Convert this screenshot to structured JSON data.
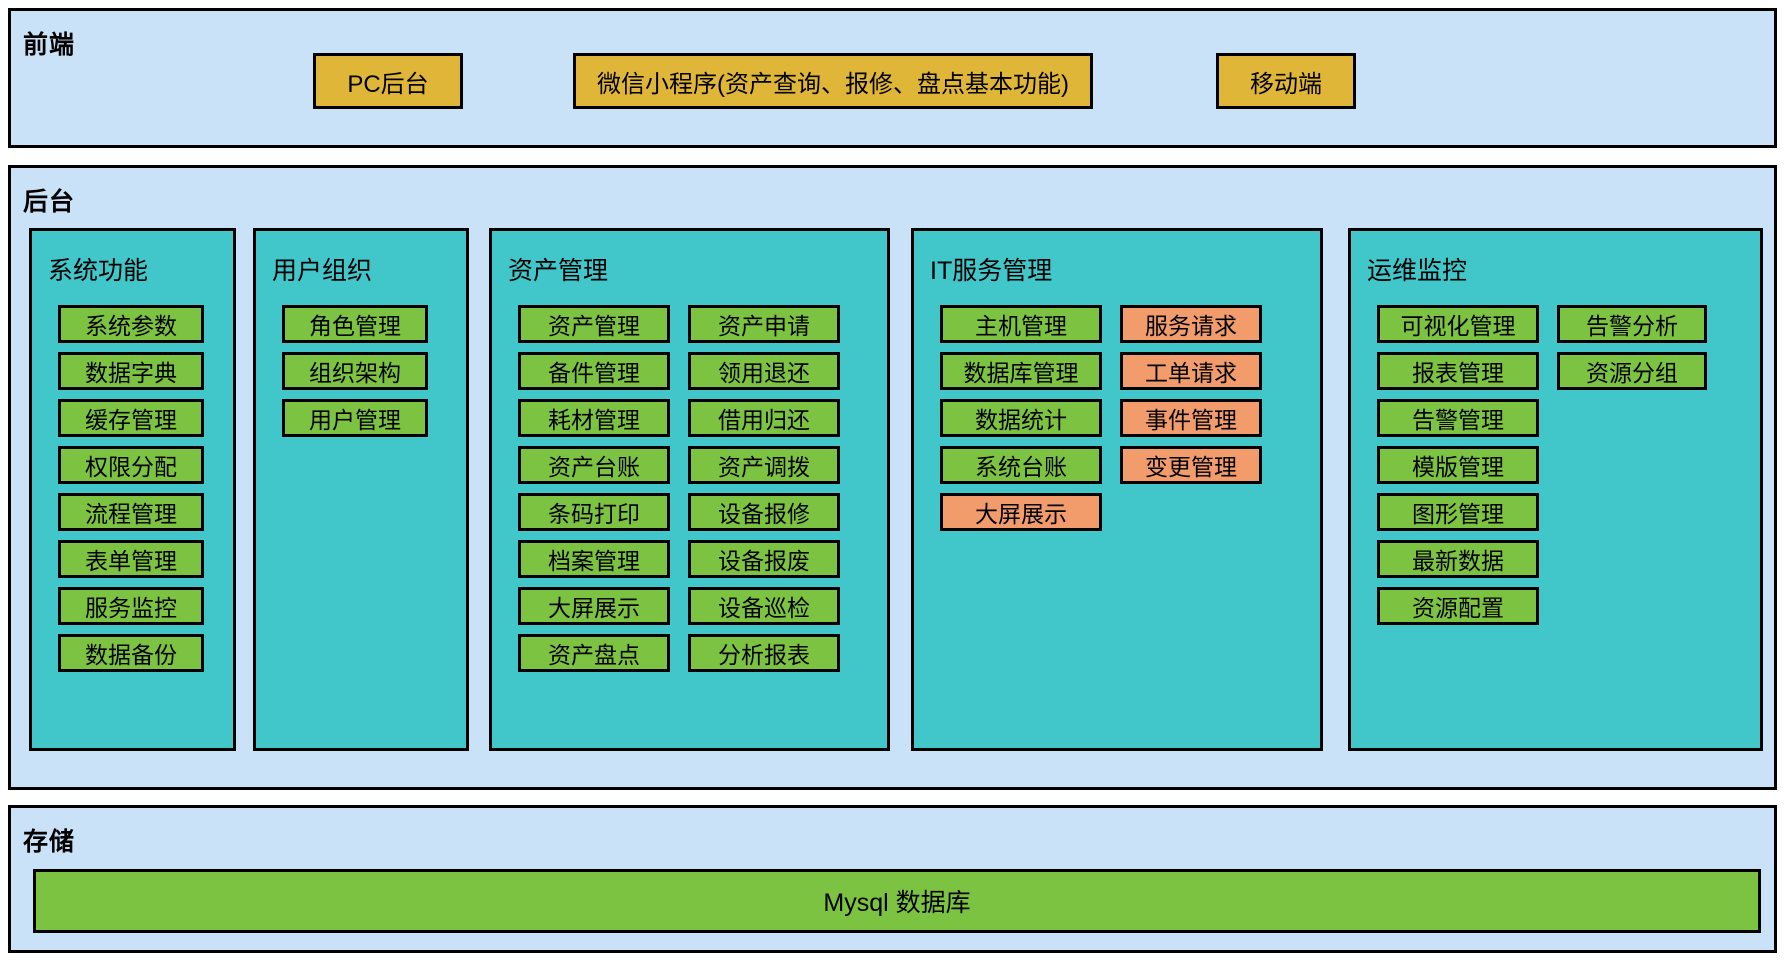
{
  "frontend": {
    "label": "前端",
    "boxes": [
      {
        "label": "PC后台"
      },
      {
        "label": "微信小程序(资产查询、报修、盘点基本功能)"
      },
      {
        "label": "移动端"
      }
    ]
  },
  "backend": {
    "label": "后台",
    "panels": [
      {
        "title": "系统功能",
        "columns": [
          [
            {
              "label": "系统参数",
              "color": "green"
            },
            {
              "label": "数据字典",
              "color": "green"
            },
            {
              "label": "缓存管理",
              "color": "green"
            },
            {
              "label": "权限分配",
              "color": "green"
            },
            {
              "label": "流程管理",
              "color": "green"
            },
            {
              "label": "表单管理",
              "color": "green"
            },
            {
              "label": "服务监控",
              "color": "green"
            },
            {
              "label": "数据备份",
              "color": "green"
            }
          ]
        ]
      },
      {
        "title": "用户组织",
        "columns": [
          [
            {
              "label": "角色管理",
              "color": "green"
            },
            {
              "label": "组织架构",
              "color": "green"
            },
            {
              "label": "用户管理",
              "color": "green"
            }
          ]
        ]
      },
      {
        "title": "资产管理",
        "columns": [
          [
            {
              "label": "资产管理",
              "color": "green"
            },
            {
              "label": "备件管理",
              "color": "green"
            },
            {
              "label": "耗材管理",
              "color": "green"
            },
            {
              "label": "资产台账",
              "color": "green"
            },
            {
              "label": "条码打印",
              "color": "green"
            },
            {
              "label": "档案管理",
              "color": "green"
            },
            {
              "label": "大屏展示",
              "color": "green"
            },
            {
              "label": "资产盘点",
              "color": "green"
            }
          ],
          [
            {
              "label": "资产申请",
              "color": "green"
            },
            {
              "label": "领用退还",
              "color": "green"
            },
            {
              "label": "借用归还",
              "color": "green"
            },
            {
              "label": "资产调拨",
              "color": "green"
            },
            {
              "label": "设备报修",
              "color": "green"
            },
            {
              "label": "设备报废",
              "color": "green"
            },
            {
              "label": "设备巡检",
              "color": "green"
            },
            {
              "label": "分析报表",
              "color": "green"
            }
          ]
        ]
      },
      {
        "title": "IT服务管理",
        "columns": [
          [
            {
              "label": "主机管理",
              "color": "green"
            },
            {
              "label": "数据库管理",
              "color": "green"
            },
            {
              "label": "数据统计",
              "color": "green"
            },
            {
              "label": "系统台账",
              "color": "green"
            },
            {
              "label": "大屏展示",
              "color": "orange"
            }
          ],
          [
            {
              "label": "服务请求",
              "color": "orange"
            },
            {
              "label": "工单请求",
              "color": "orange"
            },
            {
              "label": "事件管理",
              "color": "orange"
            },
            {
              "label": "变更管理",
              "color": "orange"
            }
          ]
        ]
      },
      {
        "title": "运维监控",
        "columns": [
          [
            {
              "label": "可视化管理",
              "color": "green"
            },
            {
              "label": "报表管理",
              "color": "green"
            },
            {
              "label": "告警管理",
              "color": "green"
            },
            {
              "label": "模版管理",
              "color": "green"
            },
            {
              "label": "图形管理",
              "color": "green"
            },
            {
              "label": "最新数据",
              "color": "green"
            },
            {
              "label": "资源配置",
              "color": "green"
            }
          ],
          [
            {
              "label": "告警分析",
              "color": "green"
            },
            {
              "label": "资源分组",
              "color": "green"
            }
          ]
        ]
      }
    ]
  },
  "storage": {
    "label": "存储",
    "db_label": "Mysql 数据库"
  },
  "colors": {
    "section_bg": "#C9E2F7",
    "teal": "#41C7C9",
    "green": "#7CC342",
    "yellow": "#DFB637",
    "orange": "#F29B6B",
    "border": "#000000"
  }
}
